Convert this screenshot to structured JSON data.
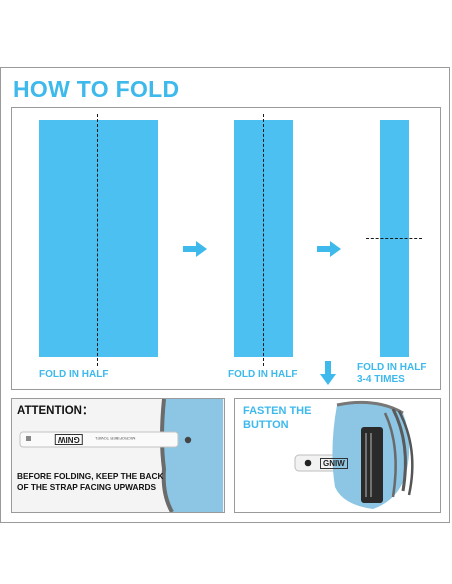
{
  "heading": "HOW TO FOLD",
  "steps": [
    {
      "label": "FOLD IN HALF"
    },
    {
      "label": "FOLD IN HALF"
    },
    {
      "label_line1": "FOLD IN HALF",
      "label_line2": "3-4 TIMES"
    }
  ],
  "attention": {
    "title": "ATTENTION：",
    "instruction": "BEFORE FOLDING, KEEP THE BACK OF THE STRAP FACING UPWARDS",
    "strap_brand": "GNIW",
    "strap_text": "MICROFIBER TOWEL"
  },
  "fasten": {
    "title": "FASTEN THE BUTTON",
    "strap_brand": "GNIW"
  },
  "colors": {
    "accent": "#3db9ec",
    "panel": "#4cc0f0",
    "towel": "#8cc6e4"
  }
}
